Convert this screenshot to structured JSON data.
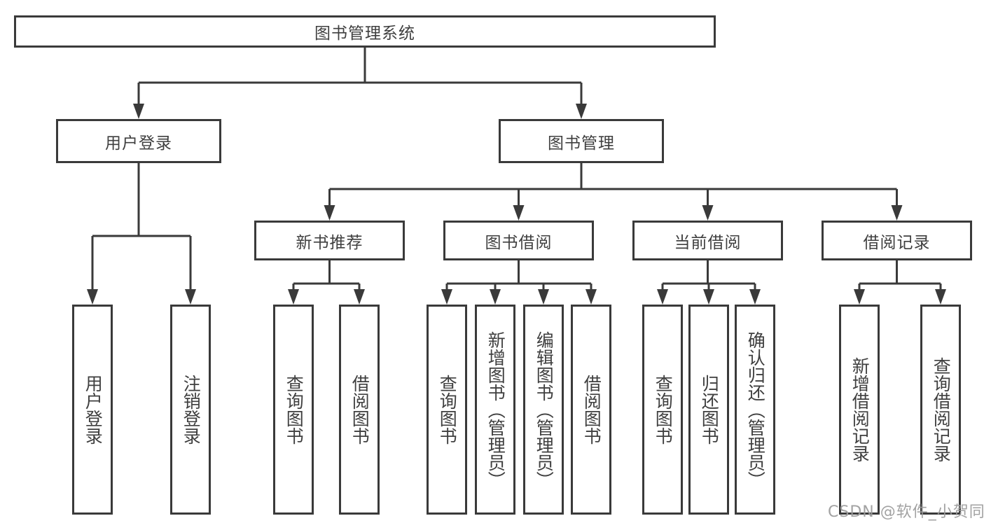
{
  "diagram": {
    "root": {
      "label": "图书管理系统"
    },
    "branches": [
      {
        "label": "用户登录",
        "children": [
          {
            "label": "用户登录"
          },
          {
            "label": "注销登录"
          }
        ]
      },
      {
        "label": "图书管理",
        "children": [
          {
            "label": "新书推荐",
            "children": [
              {
                "label": "查询图书"
              },
              {
                "label": "借阅图书"
              }
            ]
          },
          {
            "label": "图书借阅",
            "children": [
              {
                "label": "查询图书"
              },
              {
                "label": "新增图书（管理员）"
              },
              {
                "label": "编辑图书（管理员）"
              },
              {
                "label": "借阅图书"
              }
            ]
          },
          {
            "label": "当前借阅",
            "children": [
              {
                "label": "查询图书"
              },
              {
                "label": "归还图书"
              },
              {
                "label": "确认归还（管理员）"
              }
            ]
          },
          {
            "label": "借阅记录",
            "children": [
              {
                "label": "新增借阅记录"
              },
              {
                "label": "查询借阅记录"
              }
            ]
          }
        ]
      }
    ]
  },
  "watermark": {
    "text": "CSDN @软件_小贺同学"
  },
  "colors": {
    "line": "#3a3a3a",
    "text": "#3f3f3f",
    "background": "#ffffff",
    "watermark": "#9b9b9b"
  }
}
